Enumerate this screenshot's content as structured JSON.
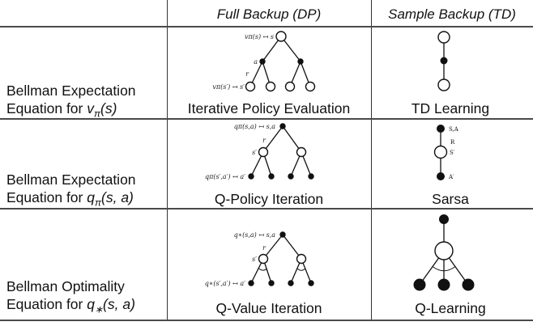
{
  "header": {
    "full_backup": "Full Backup (DP)",
    "sample_backup": "Sample Backup (TD)"
  },
  "rows": [
    {
      "label_line1": "Bellman Expectation",
      "label_line2_prefix": "Equation for ",
      "math_var": "v",
      "math_sub": "π",
      "math_args": "(s)",
      "dp_caption": "Iterative Policy Evaluation",
      "td_caption": "TD Learning"
    },
    {
      "label_line1": "Bellman Expectation",
      "label_line2_prefix": "Equation for ",
      "math_var": "q",
      "math_sub": "π",
      "math_args": "(s, a)",
      "dp_caption": "Q-Policy Iteration",
      "td_caption": "Sarsa"
    },
    {
      "label_line1": "Bellman Optimality",
      "label_line2_prefix": "Equation for ",
      "math_var": "q",
      "math_sub": "∗",
      "math_args": "(s, a)",
      "dp_caption": "Q-Value Iteration",
      "td_caption": "Q-Learning"
    }
  ],
  "diagrams": {
    "dp_v": {
      "root_label": "vπ(s) ↤ s",
      "action_label": "a",
      "reward_label": "r",
      "leaf_label": "vπ(s′) ↤ s′"
    },
    "dp_q": {
      "root_label": "qπ(s,a) ↤ s,a",
      "reward_label": "r",
      "state_label": "s′",
      "leaf_label": "qπ(s′,a′) ↤ a′"
    },
    "dp_qstar": {
      "root_label": "q∗(s,a) ↤ s,a",
      "reward_label": "r",
      "state_label": "s′",
      "leaf_label": "q∗(s′,a′) ↤ a′"
    },
    "td_sarsa": {
      "top_label": "S,A",
      "reward_label": "R",
      "mid_label": "S′",
      "bottom_label": "A′"
    }
  },
  "colors": {
    "rule": "#4a4a4a",
    "text": "#111111"
  }
}
